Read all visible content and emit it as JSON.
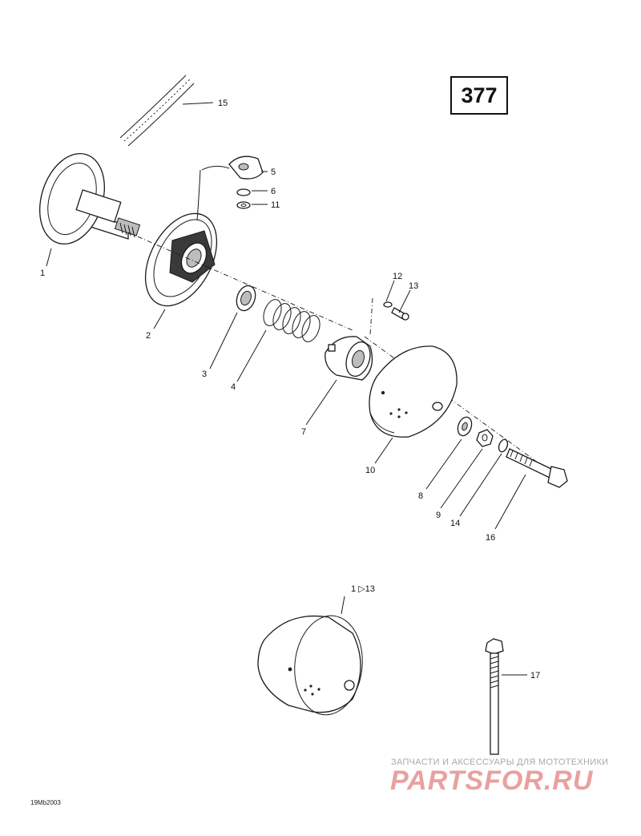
{
  "page_number": "377",
  "drawing_code": "19Mb2003",
  "callouts": [
    {
      "id": "label-15",
      "text": "15"
    },
    {
      "id": "label-5",
      "text": "5"
    },
    {
      "id": "label-6",
      "text": "6"
    },
    {
      "id": "label-11",
      "text": "11"
    },
    {
      "id": "label-1",
      "text": "1"
    },
    {
      "id": "label-2",
      "text": "2"
    },
    {
      "id": "label-12",
      "text": "12"
    },
    {
      "id": "label-13",
      "text": "13"
    },
    {
      "id": "label-3",
      "text": "3"
    },
    {
      "id": "label-4",
      "text": "4"
    },
    {
      "id": "label-7",
      "text": "7"
    },
    {
      "id": "label-10",
      "text": "10"
    },
    {
      "id": "label-8",
      "text": "8"
    },
    {
      "id": "label-9",
      "text": "9"
    },
    {
      "id": "label-14",
      "text": "14"
    },
    {
      "id": "label-16",
      "text": "16"
    },
    {
      "id": "label-1-to-13",
      "text": "1 ▷13"
    },
    {
      "id": "label-17",
      "text": "17"
    }
  ],
  "watermark": {
    "tagline": "ЗАПЧАСТИ И АКСЕССУАРЫ ДЛЯ МОТОТЕХНИКИ",
    "logo": "PARTSFOR.RU"
  }
}
